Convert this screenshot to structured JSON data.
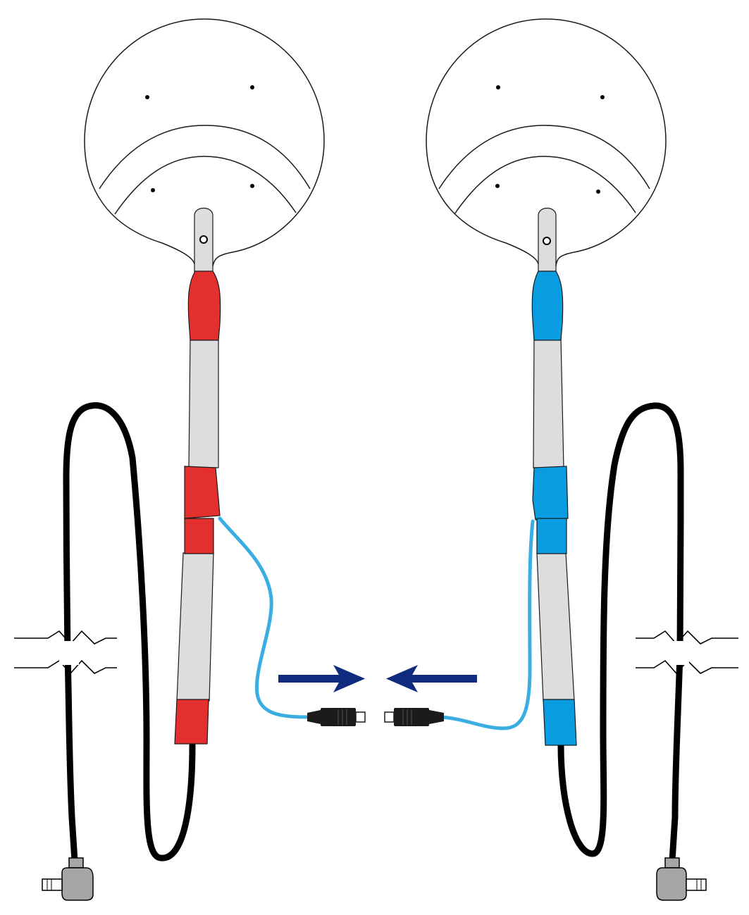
{
  "colors": {
    "background": "#ffffff",
    "outline": "#1a1a1a",
    "shaft": "#dcdddf",
    "red_probe": "#e3302f",
    "blue_probe": "#0a9ce0",
    "cable_black": "#000000",
    "cable_light_blue": "#3aaee2",
    "arrow": "#0f2b7d",
    "connector_gray": "#a6a6a6",
    "connector_dark": "#1b1b1b"
  },
  "parts": {
    "left_probe": "red",
    "right_probe": "blue",
    "arrows": "connect-together",
    "cable_breaks": "break-symbol"
  }
}
